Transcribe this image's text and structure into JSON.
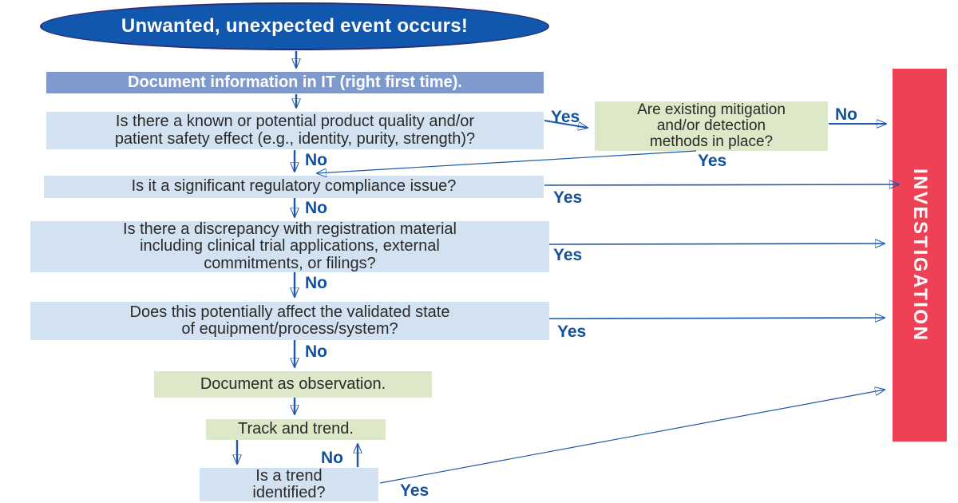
{
  "nodes": {
    "start": "Unwanted, unexpected event occurs!",
    "document_it": "Document information in IT (right first time).",
    "q_quality": "Is there a known or potential product quality and/or\npatient safety effect (e.g., identity, purity, strength)?",
    "q_mitigation": "Are existing mitigation\nand/or detection\nmethods in place?",
    "q_regulatory": "Is it a significant regulatory compliance issue?",
    "q_discrepancy": "Is there a discrepancy with registration material\nincluding clinical trial applications, external\ncommitments, or filings?",
    "q_validated": "Does this potentially affect the validated state\nof equipment/process/system?",
    "document_observation": "Document as observation.",
    "track_trend": "Track and trend.",
    "q_trend": "Is a trend\nidentified?",
    "investigation": "INVESTIGATION"
  },
  "labels": {
    "yes": "Yes",
    "no": "No"
  },
  "edges": [
    {
      "from": "start",
      "to": "document_it",
      "label": ""
    },
    {
      "from": "document_it",
      "to": "q_quality",
      "label": ""
    },
    {
      "from": "q_quality",
      "to": "q_mitigation",
      "label": "Yes"
    },
    {
      "from": "q_quality",
      "to": "q_regulatory",
      "label": "No"
    },
    {
      "from": "q_mitigation",
      "to": "investigation",
      "label": "No"
    },
    {
      "from": "q_mitigation",
      "to": "q_regulatory",
      "label": "Yes"
    },
    {
      "from": "q_regulatory",
      "to": "investigation",
      "label": "Yes"
    },
    {
      "from": "q_regulatory",
      "to": "q_discrepancy",
      "label": "No"
    },
    {
      "from": "q_discrepancy",
      "to": "investigation",
      "label": "Yes"
    },
    {
      "from": "q_discrepancy",
      "to": "q_validated",
      "label": "No"
    },
    {
      "from": "q_validated",
      "to": "investigation",
      "label": "Yes"
    },
    {
      "from": "q_validated",
      "to": "document_observation",
      "label": "No"
    },
    {
      "from": "document_observation",
      "to": "track_trend",
      "label": ""
    },
    {
      "from": "track_trend",
      "to": "q_trend",
      "label": ""
    },
    {
      "from": "q_trend",
      "to": "track_trend",
      "label": "No"
    },
    {
      "from": "q_trend",
      "to": "investigation",
      "label": "Yes"
    }
  ],
  "colors": {
    "start_fill": "#1157ad",
    "start_border": "#2b2e74",
    "it_fill": "#7e99cc",
    "question_fill": "#d3e2f1",
    "action_fill": "#dde8c8",
    "investigation_fill": "#ee4156",
    "arrow": "#1d57a8",
    "label_text": "#11519f",
    "box_text": "#2a2a2a"
  }
}
